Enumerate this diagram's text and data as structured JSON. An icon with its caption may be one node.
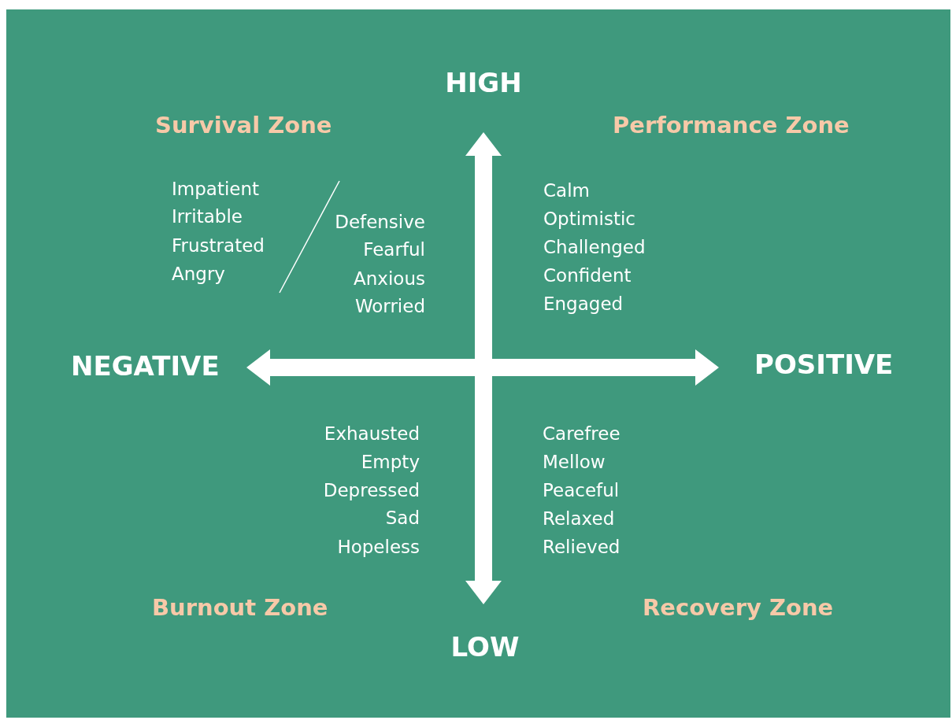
{
  "diagram": {
    "labels": [
      "HIGH",
      "Survival Zone",
      "Performance Zone",
      "Impatient",
      "Irritable",
      "Frustrated",
      "Angry",
      "Defensive",
      "Fearful",
      "Anxious",
      "Worried",
      "Calm",
      "Optimistic",
      "Challenged",
      "Confident",
      "Engaged",
      "NEGATIVE",
      "POSITIVE",
      "Exhausted",
      "Empty",
      "Depressed",
      "Sad",
      "Hopeless",
      "Carefree",
      "Mellow",
      "Peaceful",
      "Relaxed",
      "Relieved",
      "Burnout Zone",
      "Recovery Zone",
      "LOW"
    ]
  }
}
